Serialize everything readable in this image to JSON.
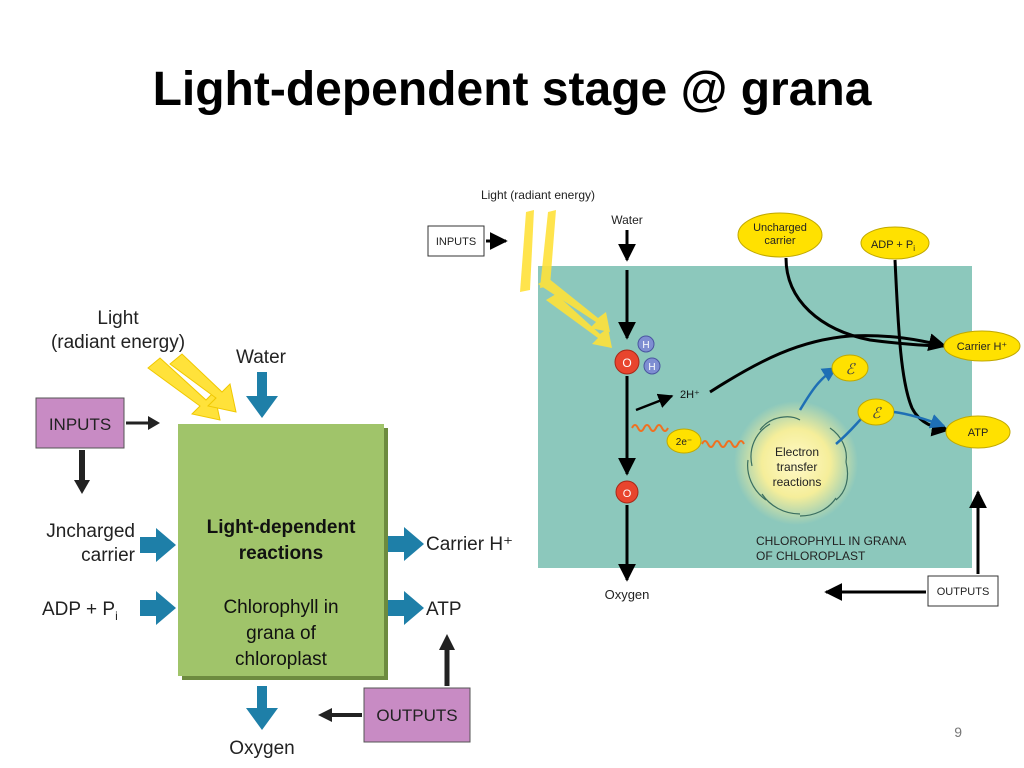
{
  "slide": {
    "title": "Light-dependent stage @ grana",
    "page_number": "9"
  },
  "left_diagram": {
    "light_line1": "Light",
    "light_line2": "(radiant energy)",
    "water": "Water",
    "inputs": "INPUTS",
    "uncharged_line1": "Jncharged",
    "uncharged_line2": "carrier",
    "adp": "ADP + P",
    "adp_sub": "i",
    "box_title_line1": "Light-dependent",
    "box_title_line2": "reactions",
    "box_body_line1": "Chlorophyll in",
    "box_body_line2": "grana of",
    "box_body_line3": "chloroplast",
    "carrier_h": "Carrier H⁺",
    "atp": "ATP",
    "outputs": "OUTPUTS",
    "oxygen": "Oxygen"
  },
  "right_diagram": {
    "light": "Light (radiant energy)",
    "inputs": "INPUTS",
    "water": "Water",
    "uncharged_line1": "Uncharged",
    "uncharged_line2": "carrier",
    "adp": "ADP + P",
    "adp_sub": "i",
    "carrier_h": "Carrier H⁺",
    "atp": "ATP",
    "o_atom": "O",
    "h_atom": "H",
    "two_h_plus": "2H⁺",
    "two_e_minus": "2e⁻",
    "energy_symbol": "ℰ",
    "etr_line1": "Electron",
    "etr_line2": "transfer",
    "etr_line3": "reactions",
    "chloro_line1": "CHLOROPHYLL IN GRANA",
    "chloro_line2": "OF CHLOROPLAST",
    "oxygen": "Oxygen",
    "outputs": "OUTPUTS"
  },
  "colors": {
    "box_green": "#a0c46a",
    "input_purple": "#c88bc4",
    "arrow_blue": "#1e7fa8",
    "panel_teal": "#8cc8bc",
    "light_yellow": "#ffe23a",
    "molecule_yellow": "#ffe100",
    "atom_red": "#e8452e",
    "atom_blue": "#7e8ed2"
  }
}
